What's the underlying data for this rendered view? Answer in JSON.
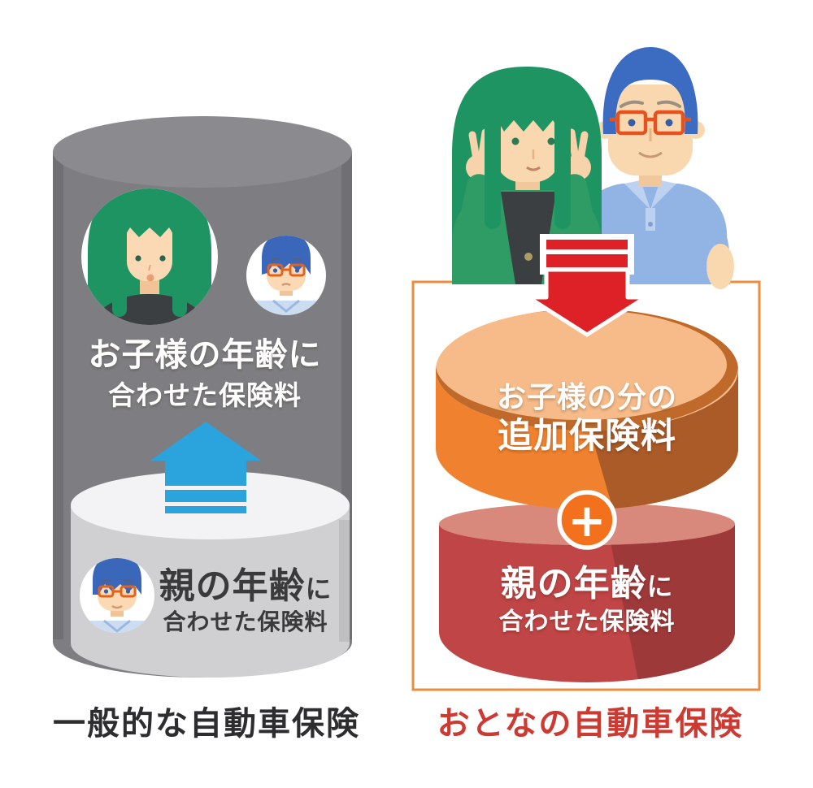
{
  "left_panel": {
    "caption": "一般的な自動車保険",
    "child_block": {
      "line1": "お子様の年齢に",
      "line2": "合わせた保険料"
    },
    "parent_block": {
      "line1_main": "親の年齢",
      "line1_suffix": "に",
      "line2": "合わせた保険料"
    },
    "arrow_icon": "arrow-up-icon",
    "colors": {
      "cylinder_dark": "#7e7e82",
      "cylinder_dark_top": "#8b8b8f",
      "cylinder_light": "#d0d0d3",
      "cylinder_light_top": "#f3f3f5",
      "arrow_blue": "#2ba4de",
      "caption_text": "#2d2d30"
    }
  },
  "right_panel": {
    "caption": "おとなの自動車保険",
    "child_block": {
      "line1": "お子様の分の",
      "line2": "追加保険料"
    },
    "parent_block": {
      "line1_main": "親の年齢",
      "line1_suffix": "に",
      "line2": "合わせた保険料"
    },
    "plus_symbol": "+",
    "arrow_icon": "arrow-down-icon",
    "colors": {
      "frame_border": "#ec8c3f",
      "cylinder_orange": "#f0822f",
      "cylinder_orange_shade": "#aa5b27",
      "cylinder_orange_top": "#f6bb88",
      "cylinder_red": "#c04546",
      "cylinder_red_shade": "#9e393a",
      "cylinder_red_top": "#d8897b",
      "arrow_red": "#dd2126",
      "plus_orange": "#f3701d",
      "caption_text": "#cd3a32"
    }
  }
}
